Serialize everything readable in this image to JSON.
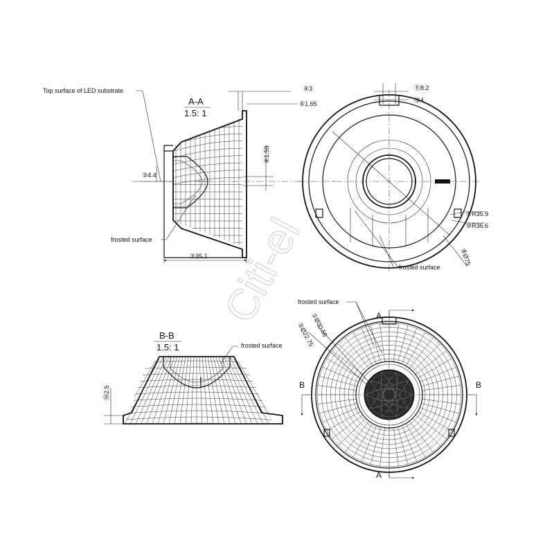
{
  "watermark": "Citi-el",
  "views": {
    "section_aa": {
      "title": "A-A",
      "scale": "1.5: 1",
      "top_surface_label": "Top surface of LED substrate",
      "frosted_label": "frosted surface",
      "dims": {
        "d3": "④3",
        "d4": "⑤1.65",
        "d5": "⑥1.59",
        "d6": "③4.4",
        "d7": "⑦35.1"
      }
    },
    "plan_top": {
      "dims": {
        "d1": "⑪8.2",
        "d2": "⑫4",
        "d3": "⑨R35.9",
        "d4": "⑩R36.6",
        "d5": "⑧Ø75"
      },
      "frosted_label": "frosted surface"
    },
    "section_bb": {
      "title": "B-B",
      "scale": "1.5: 1",
      "frosted_label": "frosted surface",
      "dims": {
        "d1": "⑭2.5"
      }
    },
    "plan_bottom": {
      "frosted_label": "frosted surface",
      "dims": {
        "d1": "①Ø30.56",
        "d2": "②Ø22.75"
      },
      "cut_labels": {
        "a_top": "A",
        "a_bottom": "A",
        "b_left": "B",
        "b_right": "B"
      }
    }
  }
}
